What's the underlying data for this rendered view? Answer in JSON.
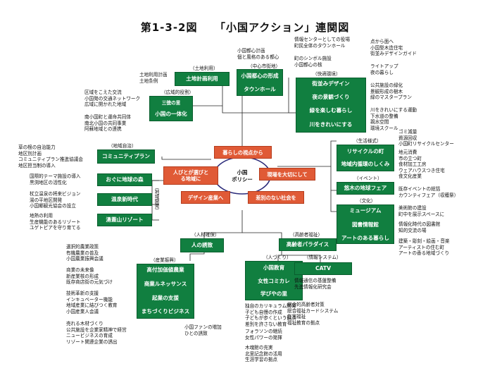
{
  "title": "第1-3-2図　　「小国アクション」連関図",
  "center": {
    "line1": "小国",
    "line2": "ポリシー"
  },
  "policies": [
    "暮らしの視点から",
    "人びとが選びとる地域に",
    "現場を大切にして",
    "デザイン産業へ",
    "差別のない社会を"
  ],
  "land_use": {
    "category": "（土地利用）",
    "box": "土地計画利用",
    "notes": "土地利用計画\n土地条例"
  },
  "regional": {
    "category": "（広域的役割）",
    "box_top": "三徳の里",
    "box_bottom": "小国の一体化",
    "notes1": "区域をこえた交流\n小国発の交通ネットワーク\n広域に開かれた地域",
    "notes2": "南小国町と運命共同体\n南北小国の共同事業\n阿蘇地域との連携"
  },
  "center_city": {
    "category": "（中心市街地）",
    "box_top": "小国都心の形成",
    "box_bottom": "タウンホール",
    "notes_left": "小国都心計画\n個と風格のある都心",
    "notes_top": "情報センターとしての役場\n町民全体のタウンホール",
    "notes_mid": "町のシンボル施設\n小国都心の核"
  },
  "amenity": {
    "category": "（快適環境）",
    "items": [
      "街並みデザイン",
      "夜の景観づくり",
      "緑を楽しむ暮らし",
      "川をきれいにする"
    ],
    "notes": [
      "点から面へ\n小国型木造住宅\n街並みデザインガイド",
      "ライトアップ\n夜の暮らし",
      "公共施設の緑化\n景観形成の樹木\n緑のマスタープラン",
      "川をきれいにする運動\n下水道の整備\n親水空間\n環境スクール"
    ]
  },
  "community": {
    "category": "（地域自治）",
    "box": "コミュニティプラン",
    "notes": "草の根の自治能力\n地区別計画\nコミュニティプラン推進協議会\n地区担当制の導入"
  },
  "regional_dev": {
    "category": "（地域開発）",
    "items": [
      "おぐに地球の森",
      "温泉新時代",
      "湧蓋山リゾート"
    ],
    "notes": [
      "国際的テーマ施設の導入\n黒渕地区の活性化",
      "杖立温泉の将来ビジョン\n湯の平地区開発\n小国郷観光協会の設立",
      "地熱の利用\n生産機能のあるリゾート\nユゲトピアを守り育てる"
    ]
  },
  "lifestyle": {
    "category": "（生活様式）",
    "items": [
      "リサイクルの町",
      "地域内循環のしくみ"
    ],
    "notes": "ゴミ減量\n資源回収\n小国町リサイクルセンター",
    "notes2": "地元消費\n市の立つ町\n食材加工工房\nウェアハウスつき住宅\n食文化産業"
  },
  "event": {
    "category": "（イベント）",
    "box": "悠木の地球フェア",
    "notes": "既存イベントの総括\nカウンティフェア（収穫祭）"
  },
  "culture": {
    "category": "（文化）",
    "items": [
      "ミュージアム",
      "図書情報館",
      "アートのある暮らし"
    ],
    "notes": [
      "美術館の建設\n町中を展示スペースに",
      "情報化時代の図書館\n知的交流の場",
      "建築・彫刻・絵画・音楽\nアーティストの住む町\nアートの香る地域づくり"
    ]
  },
  "talent": {
    "category": "（人材確保）",
    "box": "人の誘致",
    "notes": "小国ファンの増加\nひとの誘致"
  },
  "industry": {
    "category": "（産業振興）",
    "items": [
      "高付加価値農業",
      "商業ルネッサンス",
      "起業の支援",
      "まちづくりビジネス"
    ],
    "notes": [
      "選択的農業政策\n有機農業の普及\n小国農業振興会議",
      "商業の未来像\n新産業核の形成\n既存商店街の元気づけ",
      "技術革新の支援\nインキュベーター機能\n地域産業に結びつく教育\n小国産業人会議",
      "売れる木材づくり\n公共施設を企業家精神で経営\nニュービジネスの育成\nリゾート関連企業の誘出"
    ]
  },
  "elderly": {
    "category": "（高齢者福祉）",
    "box": "高齢者パラダイス",
    "notes": "総合的高齢者対策\n総合福祉カードシステム\n在宅福祉\n福祉教育の拠点"
  },
  "people": {
    "category": "（人づくり）",
    "items": [
      "小国教育",
      "女性コミカレ",
      "学びやの里"
    ],
    "notes": [
      "独自のカリキュラム開発\n子ども自慢の作成\n子どもが歩くという観点\n差別を許さない教育",
      "フォラソンの継続\n女性パワーの発揮",
      "木魂館の充実\n北里記念館の活用\n生涯学習の拠点"
    ]
  },
  "info": {
    "category": "（情報システム）",
    "box": "CATV",
    "notes": "情報通信の基盤整備\n先進情報化研究会"
  }
}
